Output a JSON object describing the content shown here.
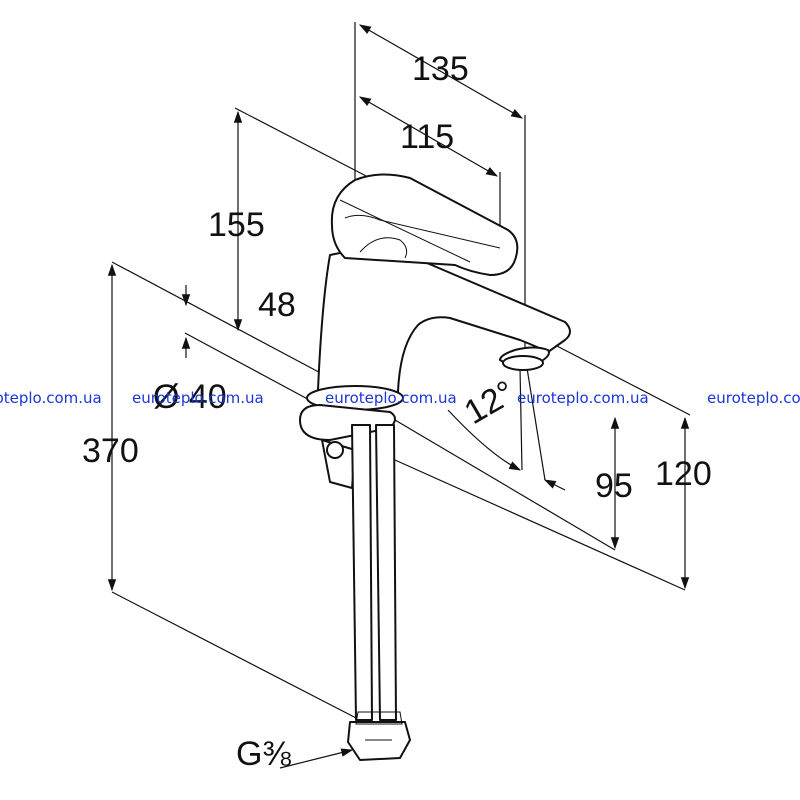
{
  "colors": {
    "ink": "#111111",
    "watermark": "#1a35d8",
    "background": "#ffffff"
  },
  "dimensions": {
    "width_total": "135",
    "width_spout": "115",
    "height_top": "155",
    "offset_48": "48",
    "hole_diameter": "Ø 40",
    "total_height": "370",
    "angle": "12°",
    "spout_height": "95",
    "spout_height_outer": "120",
    "thread": "G⅜"
  },
  "watermarks": [
    "euroteplo.com.ua",
    "euroteplo.com.ua",
    "euroteplo.com.ua",
    "euroteplo.com.ua",
    "euroteplo.com.ua"
  ]
}
